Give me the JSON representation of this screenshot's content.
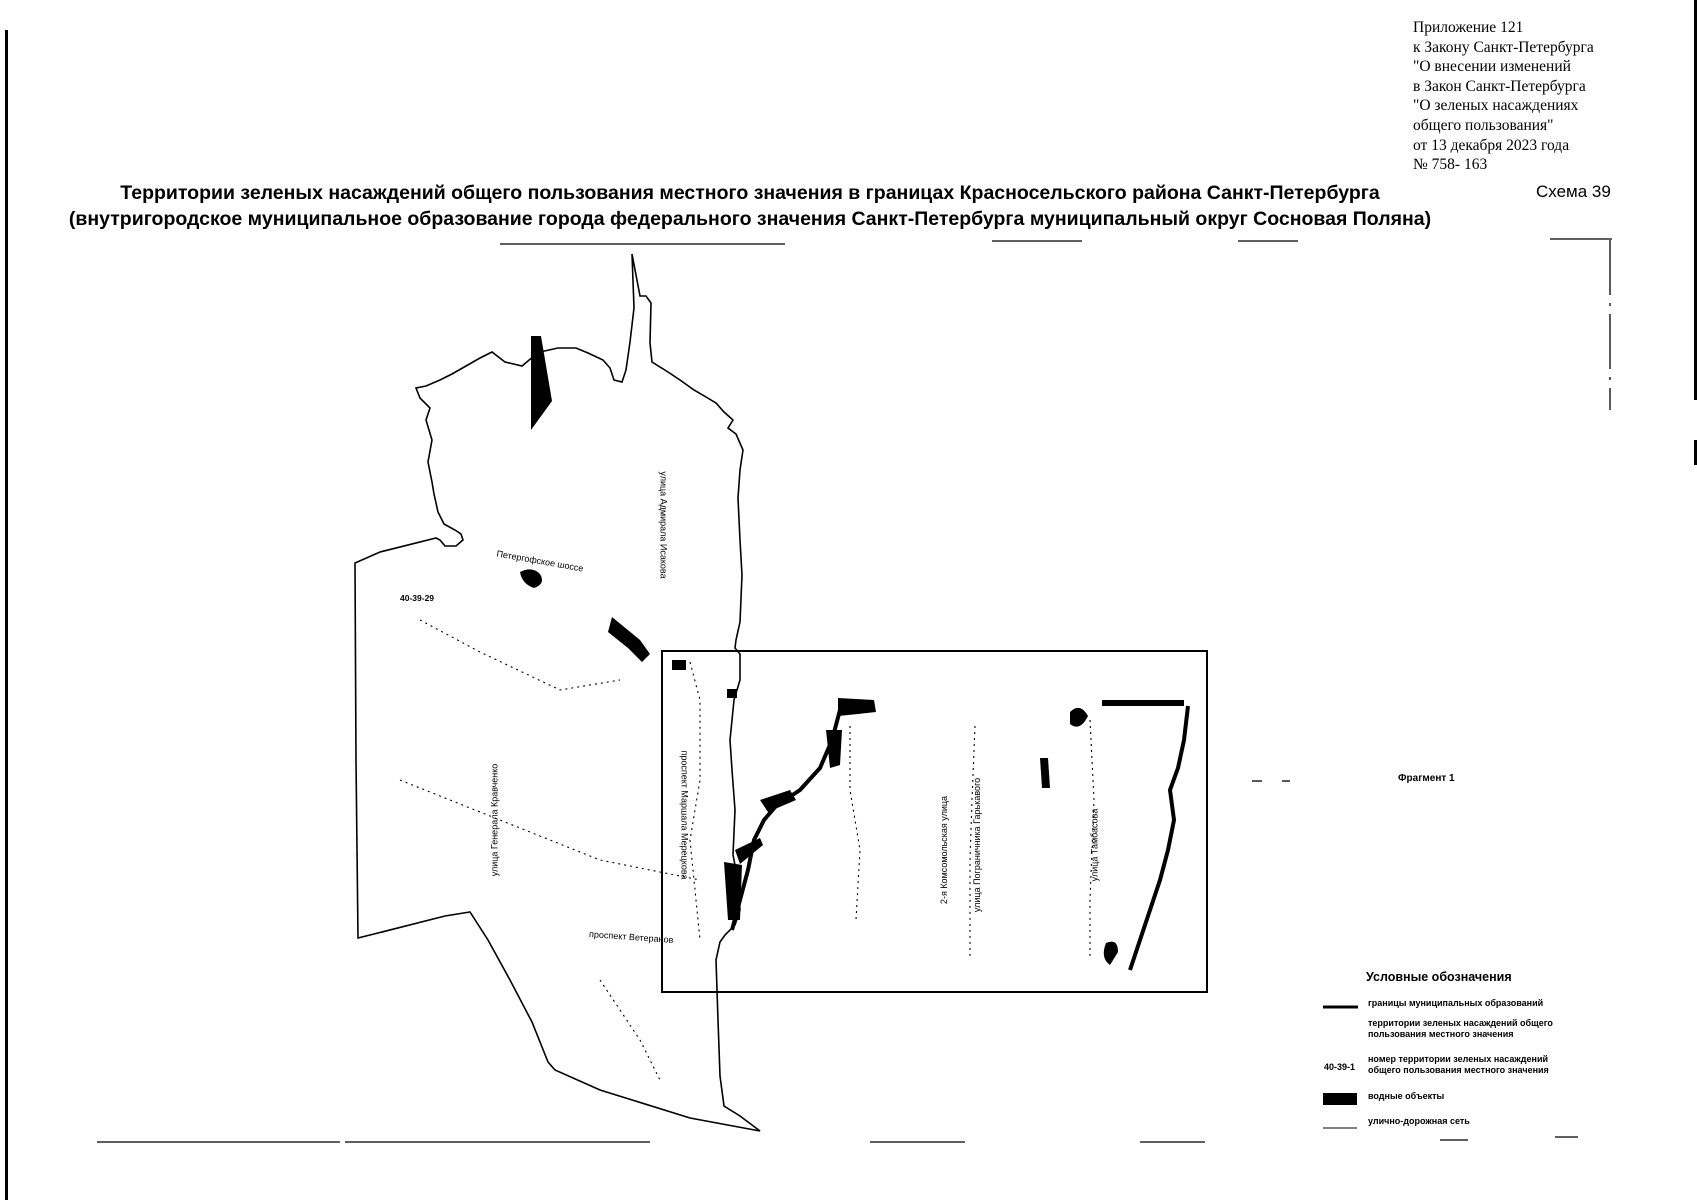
{
  "annex": {
    "lines": [
      "Приложение 121",
      "к Закону Санкт-Петербурга",
      "\"О внесении  изменений",
      "в Закон Санкт-Петербурга",
      "\"О зеленых насаждениях",
      "общего пользования\"",
      "от 13 декабря 2023 года",
      "№ 758- 163"
    ]
  },
  "title": {
    "line1": "Территории зеленых насаждений общего пользования местного значения в границах Красносельского района Санкт-Петербурга",
    "line2": "(внутригородское муниципальное образование города федерального значения Санкт-Петербурга муниципальный округ Сосновая Поляна)",
    "scheme": "Схема 39"
  },
  "map": {
    "streets": {
      "peterhof_highway": "Петергофское шоссе",
      "admiral_isakov": "улица Адмирала Исакова",
      "general_kravchenko": "улица Генерала Кравченко",
      "marshal_merkulov": "проспект Маршала Мерецкова",
      "komsomolskaya_2": "2-я Комсомольская улица",
      "pogranichnik_garkavy": "улица Пограничника Гарькавого",
      "tambasova": "улица Тамбасова",
      "veteranov": "проспект Ветеранов"
    },
    "territory_number": "40-39-29",
    "fragment_label": "Фрагмент 1"
  },
  "legend": {
    "title": "Условные обозначения",
    "items": [
      {
        "symbol": "boundary-line",
        "text": "границы муниципальных образований"
      },
      {
        "symbol": "green-area",
        "text": "территории зеленых насаждений общего пользования местного значения"
      },
      {
        "symbol": "number",
        "code": "40-39-1",
        "text": "номер территории зеленых насаждений общего пользования местного значения"
      },
      {
        "symbol": "water",
        "text": "водные объекты"
      },
      {
        "symbol": "road-line",
        "text": "улично-дорожная сеть"
      }
    ]
  }
}
